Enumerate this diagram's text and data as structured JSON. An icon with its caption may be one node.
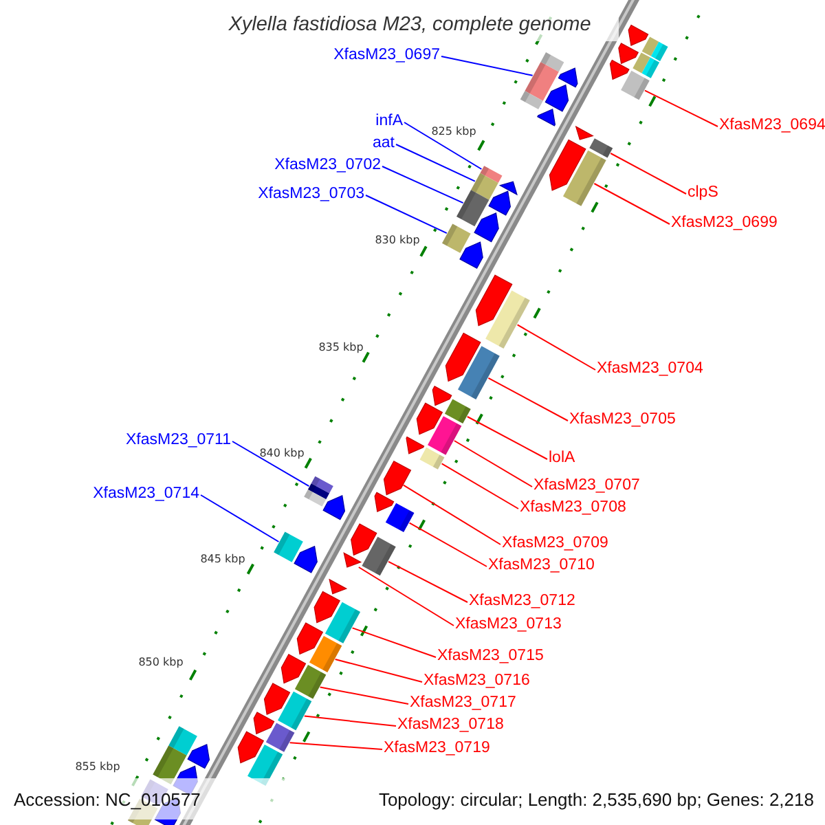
{
  "diagram": {
    "title": "Xylella fastidiosa M23, complete genome",
    "nodes": [
      {
        "text": [
          "XfasM23_0697"
        ]
      },
      {
        "text": [
          "infA"
        ]
      },
      {
        "text": [
          "XfasM23_0694"
        ]
      },
      {
        "text": [
          "aat"
        ]
      },
      {
        "text": [
          "XfasM23_0702"
        ]
      },
      {
        "text": [
          "clpS"
        ]
      },
      {
        "text": [
          "XfasM23_0703"
        ]
      },
      {
        "text": [
          "XfasM23_0699"
        ]
      },
      {
        "text": [
          "XfasM23_0704"
        ]
      },
      {
        "text": [
          "XfasM23_0705"
        ]
      },
      {
        "text": [
          "XfasM23_0711"
        ]
      },
      {
        "text": [
          "lolA"
        ]
      },
      {
        "text": [
          "XfasM23_0707"
        ]
      },
      {
        "text": [
          "XfasM23_0714"
        ]
      },
      {
        "text": [
          "XfasM23_0708"
        ]
      },
      {
        "text": [
          "XfasM23_0709"
        ]
      },
      {
        "text": [
          "XfasM23_0710"
        ]
      },
      {
        "text": [
          "XfasM23_0712"
        ]
      },
      {
        "text": [
          "XfasM23_0713"
        ]
      },
      {
        "text": [
          "XfasM23_0715"
        ]
      },
      {
        "text": [
          "XfasM23_0716"
        ]
      },
      {
        "text": [
          "XfasM23_0717"
        ]
      },
      {
        "text": [
          "XfasM23_0718"
        ]
      },
      {
        "text": [
          "XfasM23_0719"
        ]
      },
      {
        "text": [],
        "shape": "bar"
      },
      {
        "text": [],
        "shape": "bar"
      },
      {
        "text": [],
        "shape": "bar"
      },
      {
        "text": [],
        "shape": "bar"
      },
      {
        "text": [],
        "shape": "bar"
      },
      {
        "text": [],
        "shape": "bar"
      },
      {
        "text": [],
        "shape": "bar"
      },
      {
        "text": [],
        "shape": "bar"
      },
      {
        "text": [],
        "shape": "bar"
      },
      {
        "text": [],
        "shape": "bar"
      },
      {
        "text": [],
        "shape": "bar"
      },
      {
        "text": [],
        "shape": "bar"
      },
      {
        "text": [],
        "shape": "bar"
      },
      {
        "text": [],
        "shape": "bar"
      },
      {
        "text": [],
        "shape": "bar"
      },
      {
        "text": [],
        "shape": "bar"
      },
      {
        "text": [],
        "shape": "bar"
      },
      {
        "text": [],
        "shape": "bar"
      },
      {
        "text": [],
        "shape": "bar"
      },
      {
        "text": [],
        "shape": "bar"
      },
      {
        "text": [],
        "shape": "bar"
      },
      {
        "text": [],
        "shape": "bar"
      },
      {
        "text": [],
        "shape": "bar"
      },
      {
        "text": [],
        "shape": "bar"
      },
      {
        "text": [],
        "shape": "bar"
      },
      {
        "text": [],
        "shape": "bar"
      },
      {
        "text": [],
        "shape": "bar"
      },
      {
        "text": [],
        "shape": "bar"
      },
      {
        "text": [],
        "shape": "bar"
      },
      {
        "text": [],
        "shape": "bar"
      },
      {
        "text": [],
        "shape": "bar"
      },
      {
        "text": [],
        "shape": "bar"
      },
      {
        "text": [],
        "shape": "bar"
      },
      {
        "text": [],
        "shape": "bar"
      }
    ],
    "edges": [
      {
        "from": 0,
        "to": 24,
        "arrow": "none",
        "color": "#0000ff"
      },
      {
        "from": 1,
        "to": 25,
        "arrow": "none",
        "color": "#0000ff"
      },
      {
        "from": 2,
        "to": 26,
        "arrow": "none"
      },
      {
        "from": 3,
        "to": 27,
        "arrow": "none",
        "color": "#0000ff"
      },
      {
        "from": 4,
        "to": 28,
        "arrow": "none",
        "color": "#0000ff"
      },
      {
        "from": 5,
        "to": 29,
        "arrow": "none"
      },
      {
        "from": 6,
        "to": 30,
        "arrow": "none",
        "color": "#0000ff"
      },
      {
        "from": 7,
        "to": 31,
        "arrow": "none"
      },
      {
        "from": 8,
        "to": 32,
        "arrow": "none"
      },
      {
        "from": 9,
        "to": 33,
        "arrow": "none"
      },
      {
        "from": 10,
        "to": 34,
        "arrow": "none",
        "color": "#0000ff"
      },
      {
        "from": 11,
        "to": 35,
        "arrow": "none"
      },
      {
        "from": 12,
        "to": 36,
        "arrow": "none"
      },
      {
        "from": 13,
        "to": 37,
        "arrow": "none",
        "color": "#0000ff"
      },
      {
        "from": 14,
        "to": 38,
        "arrow": "none"
      },
      {
        "from": 15,
        "to": 39,
        "arrow": "none"
      },
      {
        "from": 16,
        "to": 40,
        "arrow": "none"
      },
      {
        "from": 17,
        "to": 41,
        "arrow": "none"
      },
      {
        "from": 18,
        "to": 42,
        "arrow": "none"
      },
      {
        "from": 19,
        "to": 43,
        "arrow": "none"
      },
      {
        "from": 20,
        "to": 44,
        "arrow": "none"
      },
      {
        "from": 21,
        "to": 45,
        "arrow": "none"
      },
      {
        "from": 22,
        "to": 46,
        "arrow": "none"
      },
      {
        "from": 23,
        "to": 47,
        "arrow": "none"
      }
    ],
    "labels": [
      "825 kbp",
      "830 kbp",
      "835 kbp",
      "840 kbp",
      "845 kbp",
      "850 kbp",
      "855 kbp",
      "Accession: NC_010577",
      "Topology: circular; Length: 2,535,690 bp; Genes: 2,218"
    ]
  }
}
